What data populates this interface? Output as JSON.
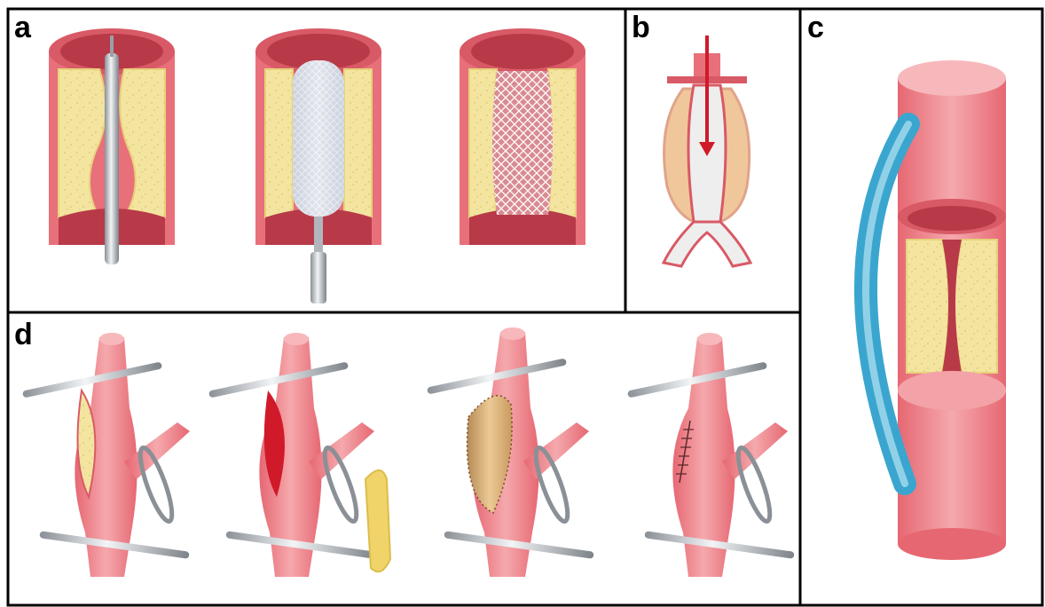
{
  "panels": {
    "a": {
      "label": "a"
    },
    "b": {
      "label": "b"
    },
    "c": {
      "label": "c"
    },
    "d": {
      "label": "d"
    }
  },
  "colors": {
    "vessel_wall": "#e8707a",
    "vessel_light": "#f4a8ac",
    "lumen": "#b83a48",
    "plaque": "#f3e5a0",
    "plaque_edge": "#e8d27a",
    "metal": "#9aa0a6",
    "metal_light": "#e4e7ea",
    "graft_blue": "#5bb8d8",
    "graft_light": "#a8dcee",
    "stent_graft": "#eeeeee",
    "patch_tan": "#d8b07a",
    "incision_red": "#d01a2a",
    "border": "#000000"
  },
  "icons": {
    "a1": "catheter-guidewire-icon",
    "a2": "balloon-stent-icon",
    "a3": "deployed-stent-icon",
    "b": "endovascular-aneurysm-graft-icon",
    "c": "bypass-graft-icon",
    "d1": "endarterectomy-open-icon",
    "d2": "plaque-removed-icon",
    "d3": "patch-angioplasty-icon",
    "d4": "sutured-artery-icon"
  }
}
